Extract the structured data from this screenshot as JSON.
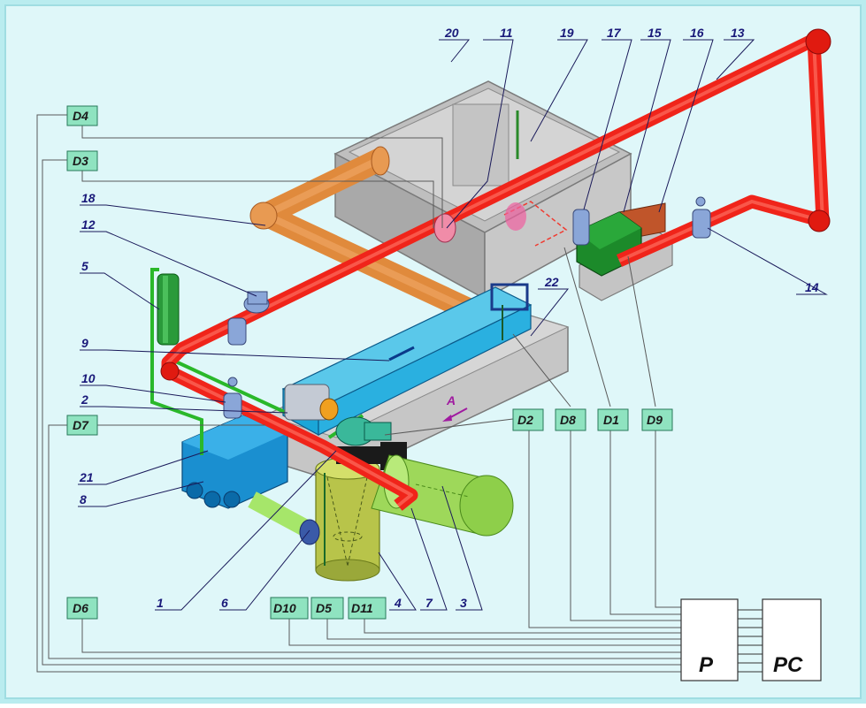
{
  "colors": {
    "background": "#dff7f9",
    "frame": "#b9ecef",
    "pipe_main": "#f0241a",
    "pipe_secondary": "#e08a3c",
    "pipe_tertiary": "#a6e66a",
    "tank": "#c9c9c9",
    "channel": "#1aa6d8",
    "sensor_box": "#8fe3c0",
    "motor": "#1c8a2a",
    "leader_num": "#1a1a7a"
  },
  "part_labels": {
    "p20": "20",
    "p11": "11",
    "p19": "19",
    "p17": "17",
    "p15": "15",
    "p16": "16",
    "p13": "13",
    "p18": "18",
    "p12": "12",
    "p5": "5",
    "p22": "22",
    "p9": "9",
    "p10": "10",
    "p2": "2",
    "p14": "14",
    "p21": "21",
    "p8": "8",
    "p1": "1",
    "p6": "6",
    "p4": "4",
    "p7": "7",
    "p3": "3"
  },
  "sensors": {
    "d4": "D4",
    "d3": "D3",
    "d7": "D7",
    "d6": "D6",
    "d2": "D2",
    "d8": "D8",
    "d1": "D1",
    "d9": "D9",
    "d10": "D10",
    "d5": "D5",
    "d11": "D11"
  },
  "flow_marker": "A",
  "blocks": {
    "processor": "P",
    "computer": "PC"
  }
}
